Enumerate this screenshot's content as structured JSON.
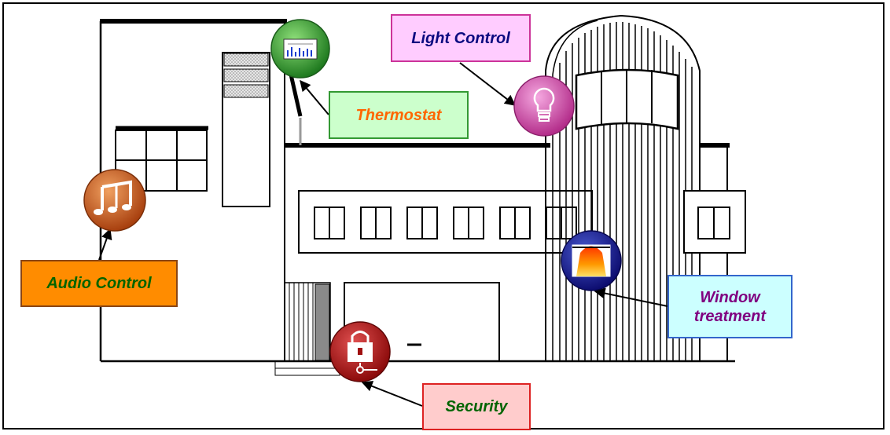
{
  "labels": {
    "light": "Light Control",
    "thermostat": "Thermostat",
    "audio": "Audio Control",
    "window_line1": "Window",
    "window_line2": "treatment",
    "security": "Security"
  },
  "icons": {
    "light": {
      "name": "lightbulb-icon",
      "color": "#cc3399"
    },
    "thermostat": {
      "name": "thermostat-icon",
      "color": "#228b22"
    },
    "audio": {
      "name": "music-note-icon",
      "color": "#c0501a"
    },
    "window": {
      "name": "window-blind-icon",
      "color": "#1a1a8c"
    },
    "security": {
      "name": "lock-icon",
      "color": "#a01010"
    }
  }
}
